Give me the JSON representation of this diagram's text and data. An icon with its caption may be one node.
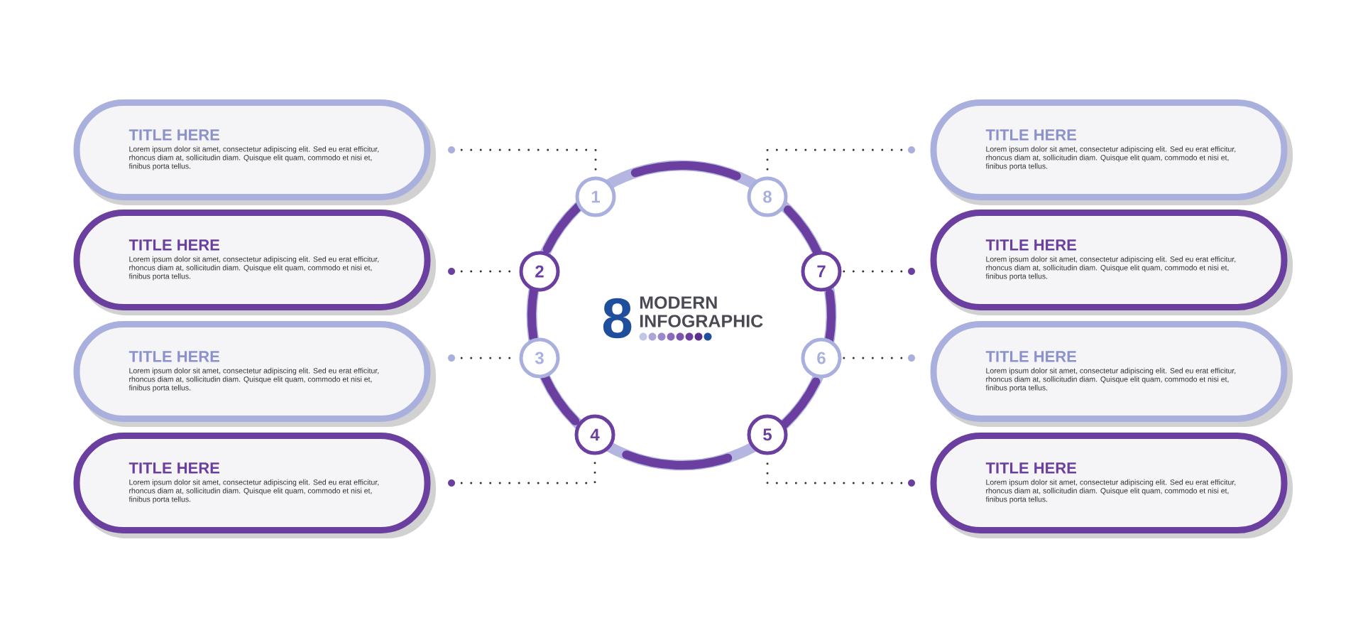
{
  "diagram": {
    "nodes": [
      {
        "text": [
          "TITLE HERE",
          "Lorem ipsum dolor sit amet, consectetur adipiscing elit. Sed eu erat efficitur, rhoncus diam at, sollicitudin diam. Quisque elit quam, commodo et nisi et, finibus porta tellus."
        ]
      },
      {
        "text": [
          "TITLE HERE",
          "Lorem ipsum dolor sit amet, consectetur adipiscing elit. Sed eu erat efficitur, rhoncus diam at, sollicitudin diam. Quisque elit quam, commodo et nisi et, finibus porta tellus."
        ]
      },
      {
        "text": [
          "TITLE HERE",
          "Lorem ipsum dolor sit amet, consectetur adipiscing elit. Sed eu erat efficitur, rhoncus diam at, sollicitudin diam. Quisque elit quam, commodo et nisi et, finibus porta tellus."
        ]
      },
      {
        "text": [
          "TITLE HERE",
          "Lorem ipsum dolor sit amet, consectetur adipiscing elit. Sed eu erat efficitur, rhoncus diam at, sollicitudin diam. Quisque elit quam, commodo et nisi et, finibus porta tellus."
        ]
      },
      {
        "text": [
          "TITLE HERE",
          "Lorem ipsum dolor sit amet, consectetur adipiscing elit. Sed eu erat efficitur, rhoncus diam at, sollicitudin diam. Quisque elit quam, commodo et nisi et, finibus porta tellus."
        ]
      },
      {
        "text": [
          "TITLE HERE",
          "Lorem ipsum dolor sit amet, consectetur adipiscing elit. Sed eu erat efficitur, rhoncus diam at, sollicitudin diam. Quisque elit quam, commodo et nisi et, finibus porta tellus."
        ]
      },
      {
        "text": [
          "TITLE HERE",
          "Lorem ipsum dolor sit amet, consectetur adipiscing elit. Sed eu erat efficitur, rhoncus diam at, sollicitudin diam. Quisque elit quam, commodo et nisi et, finibus porta tellus."
        ]
      },
      {
        "text": [
          "TITLE HERE",
          "Lorem ipsum dolor sit amet, consectetur adipiscing elit. Sed eu erat efficitur, rhoncus diam at, sollicitudin diam. Quisque elit quam, commodo et nisi et, finibus porta tellus."
        ]
      },
      {
        "text": [
          "1"
        ]
      },
      {
        "text": [
          "2"
        ]
      },
      {
        "text": [
          "3"
        ]
      },
      {
        "text": [
          "4"
        ]
      },
      {
        "text": [
          "5"
        ]
      },
      {
        "text": [
          "6"
        ]
      },
      {
        "text": [
          "7"
        ]
      },
      {
        "text": [
          "8"
        ]
      },
      {
        "text": [],
        "shape": "circle"
      },
      {
        "text": [],
        "shape": "circle"
      },
      {
        "text": [],
        "shape": "circle"
      },
      {
        "text": [],
        "shape": "circle"
      },
      {
        "text": [],
        "shape": "circle"
      },
      {
        "text": [],
        "shape": "circle"
      },
      {
        "text": [],
        "shape": "circle"
      },
      {
        "text": [],
        "shape": "circle"
      }
    ],
    "edges": [
      {
        "from": 16,
        "to": 8,
        "arrow": "none"
      },
      {
        "from": 17,
        "to": 9,
        "arrow": "none"
      },
      {
        "from": 18,
        "to": 10,
        "arrow": "none"
      },
      {
        "from": 19,
        "to": 11,
        "arrow": "none"
      },
      {
        "from": 20,
        "to": 15,
        "arrow": "none"
      },
      {
        "from": 21,
        "to": 14,
        "arrow": "none"
      },
      {
        "from": 22,
        "to": 13,
        "arrow": "none"
      },
      {
        "from": 23,
        "to": 12,
        "arrow": "none"
      }
    ],
    "labels": [
      "8",
      "MODERN INFOGRAPHIC"
    ]
  }
}
